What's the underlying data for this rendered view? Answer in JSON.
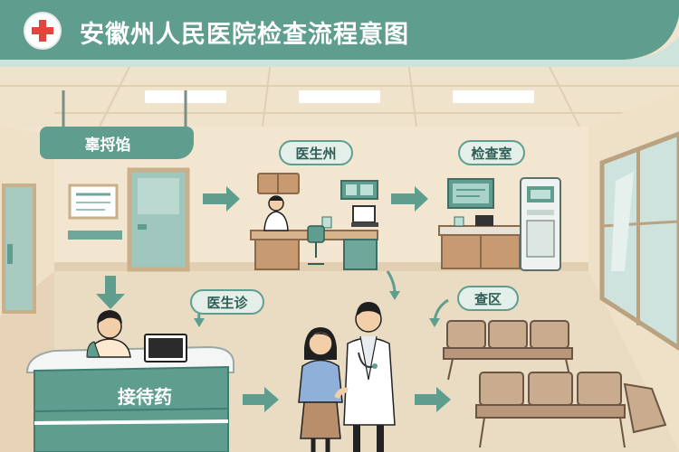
{
  "header": {
    "title": "安徽州人民医院检查流程意图",
    "logo_icon": "red-cross-icon"
  },
  "labels": {
    "registration_sign": "辜捋馅",
    "doctor_office": "医生州",
    "exam_room": "检查室",
    "doctor_consult": "医生诊",
    "waiting_area": "查区",
    "reception_desk": "接待药"
  },
  "colors": {
    "teal": "#5f9e8f",
    "teal_dark": "#3f7d70",
    "wall": "#f1e4cf",
    "floor": "#e9d8bd",
    "cross_red": "#e0463b"
  }
}
